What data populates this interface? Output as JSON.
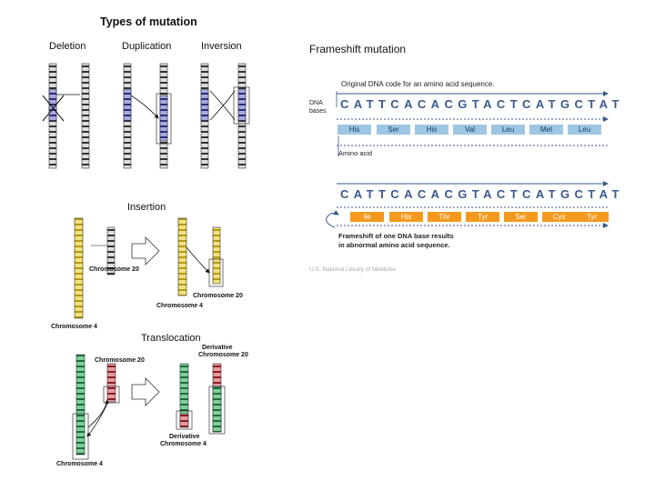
{
  "left_panel": {
    "title": "Types of mutation",
    "deletion_label": "Deletion",
    "duplication_label": "Duplication",
    "inversion_label": "Inversion",
    "insertion_label": "Insertion",
    "insertion_chr20_left": "Chromosome 20",
    "insertion_chr4_left": "Chromosome 4",
    "insertion_chr20_right": "Chromosome 20",
    "insertion_chr4_right": "Chromosome 4",
    "translocation_label": "Translocation",
    "transloc_chr20": "Chromosome 20",
    "transloc_deriv20_line1": "Derivative",
    "transloc_deriv20_line2": "Chromosome 20",
    "transloc_deriv4_line1": "Derivative",
    "transloc_deriv4_line2": "Chromosome 4",
    "transloc_chr4": "Chromosome 4"
  },
  "right_panel": {
    "title": "Frameshift mutation",
    "original_label": "Original DNA code for an amino acid sequence.",
    "dna_label_line1": "DNA",
    "dna_label_line2": "bases",
    "dna_sequence": "CATTCACACGTACTCATGCTAT",
    "amino_label": "Amino acid",
    "original_aminos": [
      "His",
      "Ser",
      "His",
      "Val",
      "Leu",
      "Met",
      "Leu"
    ],
    "mutated_sequence": "CATTCACACGTACTCATGCTAT",
    "mutated_aminos": [
      "Ile",
      "His",
      "Thr",
      "Tyr",
      "Ser",
      "Cys",
      "Tyr"
    ],
    "frameshift_note_line1": "Frameshift of one DNA base results",
    "frameshift_note_line2": "in abnormal amino acid sequence.",
    "credit": "U.S. National Library of Medicine"
  },
  "colors": {
    "dna_text": "#3a5a8a",
    "amino_blue": "#9dc6e3",
    "amino_orange": "#f39a1e",
    "arrow_line": "#3a5a8a",
    "insertion_yellow": "#e6d35a",
    "translocation_green": "#2e8b57",
    "translocation_red": "#a8262f",
    "duplication_blue": "#3a3a8f"
  }
}
